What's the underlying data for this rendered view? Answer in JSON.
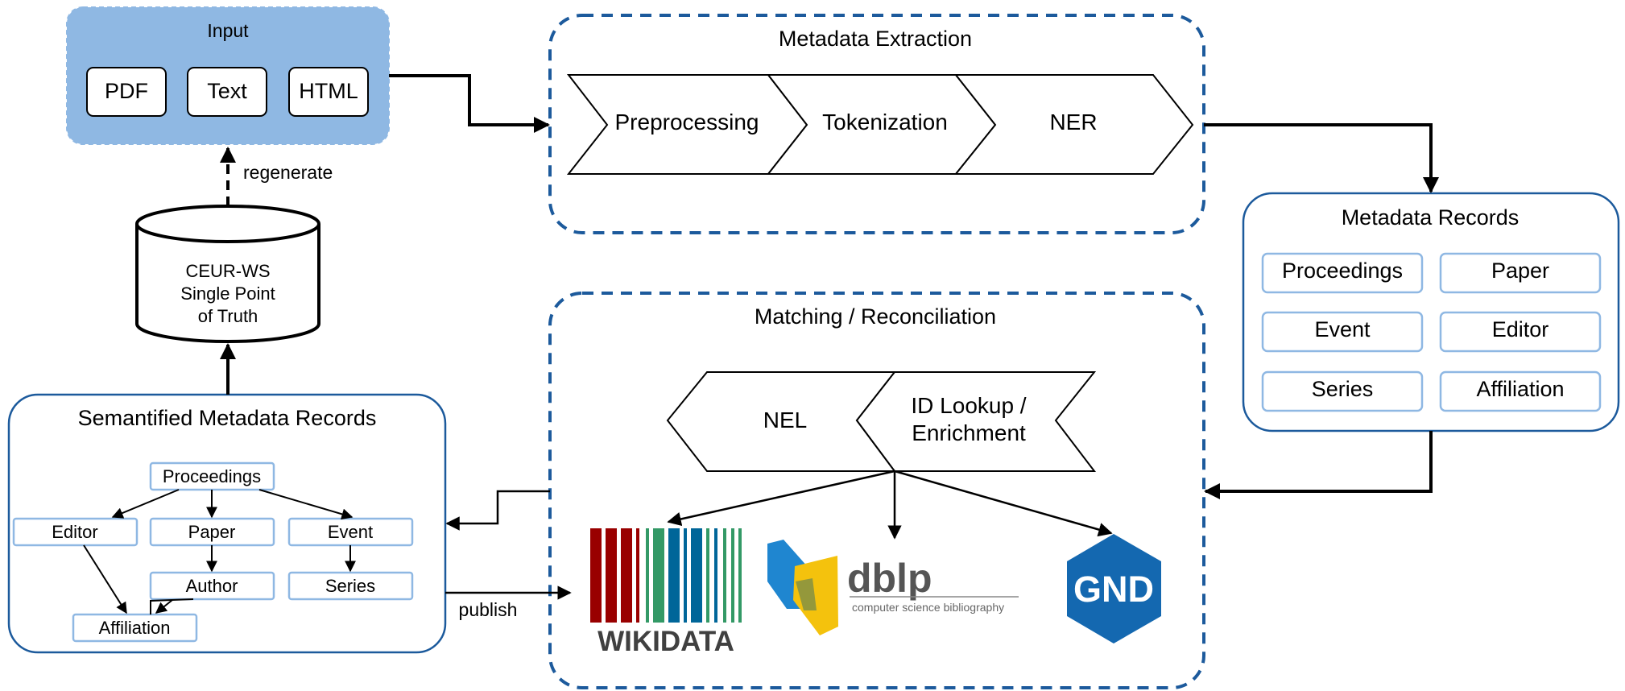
{
  "input": {
    "title": "Input",
    "items": [
      "PDF",
      "Text",
      "HTML"
    ],
    "fill_color": "#8fb8e3"
  },
  "metadata_extraction": {
    "title": "Metadata Extraction",
    "steps": [
      "Preprocessing",
      "Tokenization",
      "NER"
    ]
  },
  "metadata_records": {
    "title": "Metadata Records",
    "items": [
      "Proceedings",
      "Paper",
      "Event",
      "Editor",
      "Series",
      "Affiliation"
    ]
  },
  "matching": {
    "title": "Matching / Reconciliation",
    "nel_label": "NEL",
    "lookup_label_line1": "ID Lookup /",
    "lookup_label_line2": "Enrichment"
  },
  "database": {
    "line1": "CEUR-WS",
    "line2": "Single Point",
    "line3": "of Truth"
  },
  "semantified": {
    "title": "Semantified Metadata Records",
    "nodes": {
      "proceedings": "Proceedings",
      "editor": "Editor",
      "paper": "Paper",
      "event": "Event",
      "author": "Author",
      "series": "Series",
      "affiliation": "Affiliation"
    }
  },
  "labels": {
    "regenerate": "regenerate",
    "publish": "publish"
  },
  "logos": {
    "wikidata": "WIKIDATA",
    "dblp": "dblp",
    "dblp_tagline": "computer science bibliography",
    "gnd": "GND"
  },
  "colors": {
    "container_border": "#1c5a9c",
    "item_border": "#8fb8e3",
    "gnd_blue": "#1468b0",
    "wikidata_red": "#990000",
    "wikidata_green": "#339966",
    "wikidata_blue": "#006699"
  }
}
